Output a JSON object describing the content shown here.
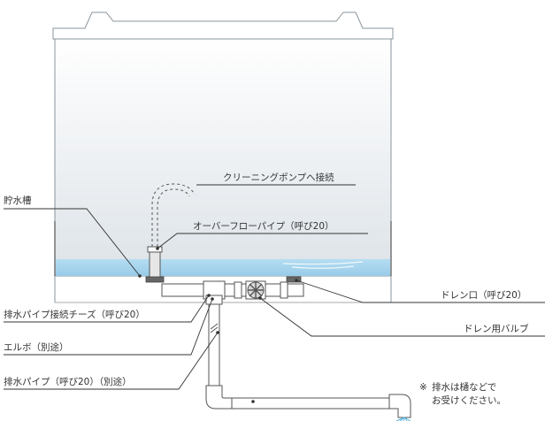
{
  "labels": {
    "tank": "貯水槽",
    "cleaning_pump": "クリーニングポンプへ接続",
    "overflow_pipe": "オーバーフローパイプ（呼び20）",
    "drain_outlet": "ドレン口（呼び20）",
    "drain_tee": "排水パイプ接続チーズ（呼び20）",
    "drain_valve": "ドレン用バルブ",
    "elbow": "エルボ（別途）",
    "drain_pipe": "排水パイプ（呼び20）（別途）"
  },
  "note": {
    "mark": "※",
    "line1": "排水は樋などで",
    "line2": "お受けください。"
  },
  "colors": {
    "tank_top": "#ffffff",
    "tank_bottom": "#dfe5ea",
    "water": "#a9d6ee",
    "spray": "#5bb7e0",
    "outline": "#8a949c"
  }
}
